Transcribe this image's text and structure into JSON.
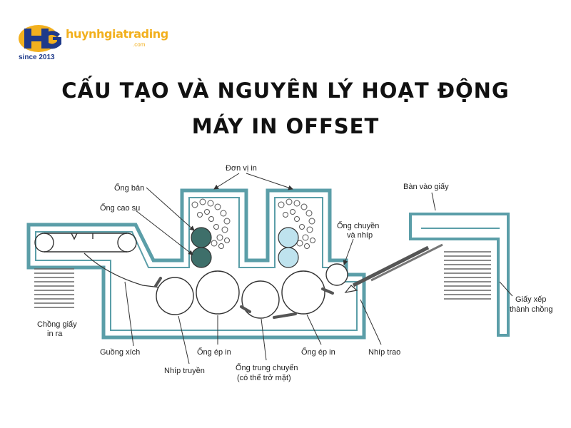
{
  "logo": {
    "brand": "huynhgiatrading",
    "tld": ".com",
    "since": "since 2013",
    "colors": {
      "blue": "#1f3a8a",
      "gold": "#f2b01e"
    }
  },
  "title": {
    "line1": "CẤU TẠO VÀ NGUYÊN LÝ HOẠT ĐỘNG",
    "line2": "MÁY IN OFFSET"
  },
  "labels": {
    "don_vi_in": "Đơn vị in",
    "ong_ban": "Ống bản",
    "ong_cao_su": "Ống cao su",
    "ban_vao_giay": "Bàn vào giấy",
    "ong_chuyen_va_nhip_1": "Ống chuyền",
    "ong_chuyen_va_nhip_2": "và nhíp",
    "chong_giay_in_ra_1": "Chồng giấy",
    "chong_giay_in_ra_2": "in ra",
    "giay_xep_thanh_chong_1": "Giấy xếp",
    "giay_xep_thanh_chong_2": "thành chồng",
    "guong_xich": "Guồng xích",
    "ong_ep_in_1": "Ống ép in",
    "ong_ep_in_2": "Ống ép in",
    "nhip_trao": "Nhíp trao",
    "nhip_truyen": "Nhíp truyền",
    "ong_trung_chuyen_1": "Ống trung chuyển",
    "ong_trung_chuyen_2": "(có thể trở mặt)"
  },
  "colors": {
    "frame": "#5b9ea8",
    "line": "#333333",
    "plate_cylinder_1": "#3e6f6a",
    "plate_cylinder_2": "#bfe3ee",
    "text": "#222222"
  }
}
